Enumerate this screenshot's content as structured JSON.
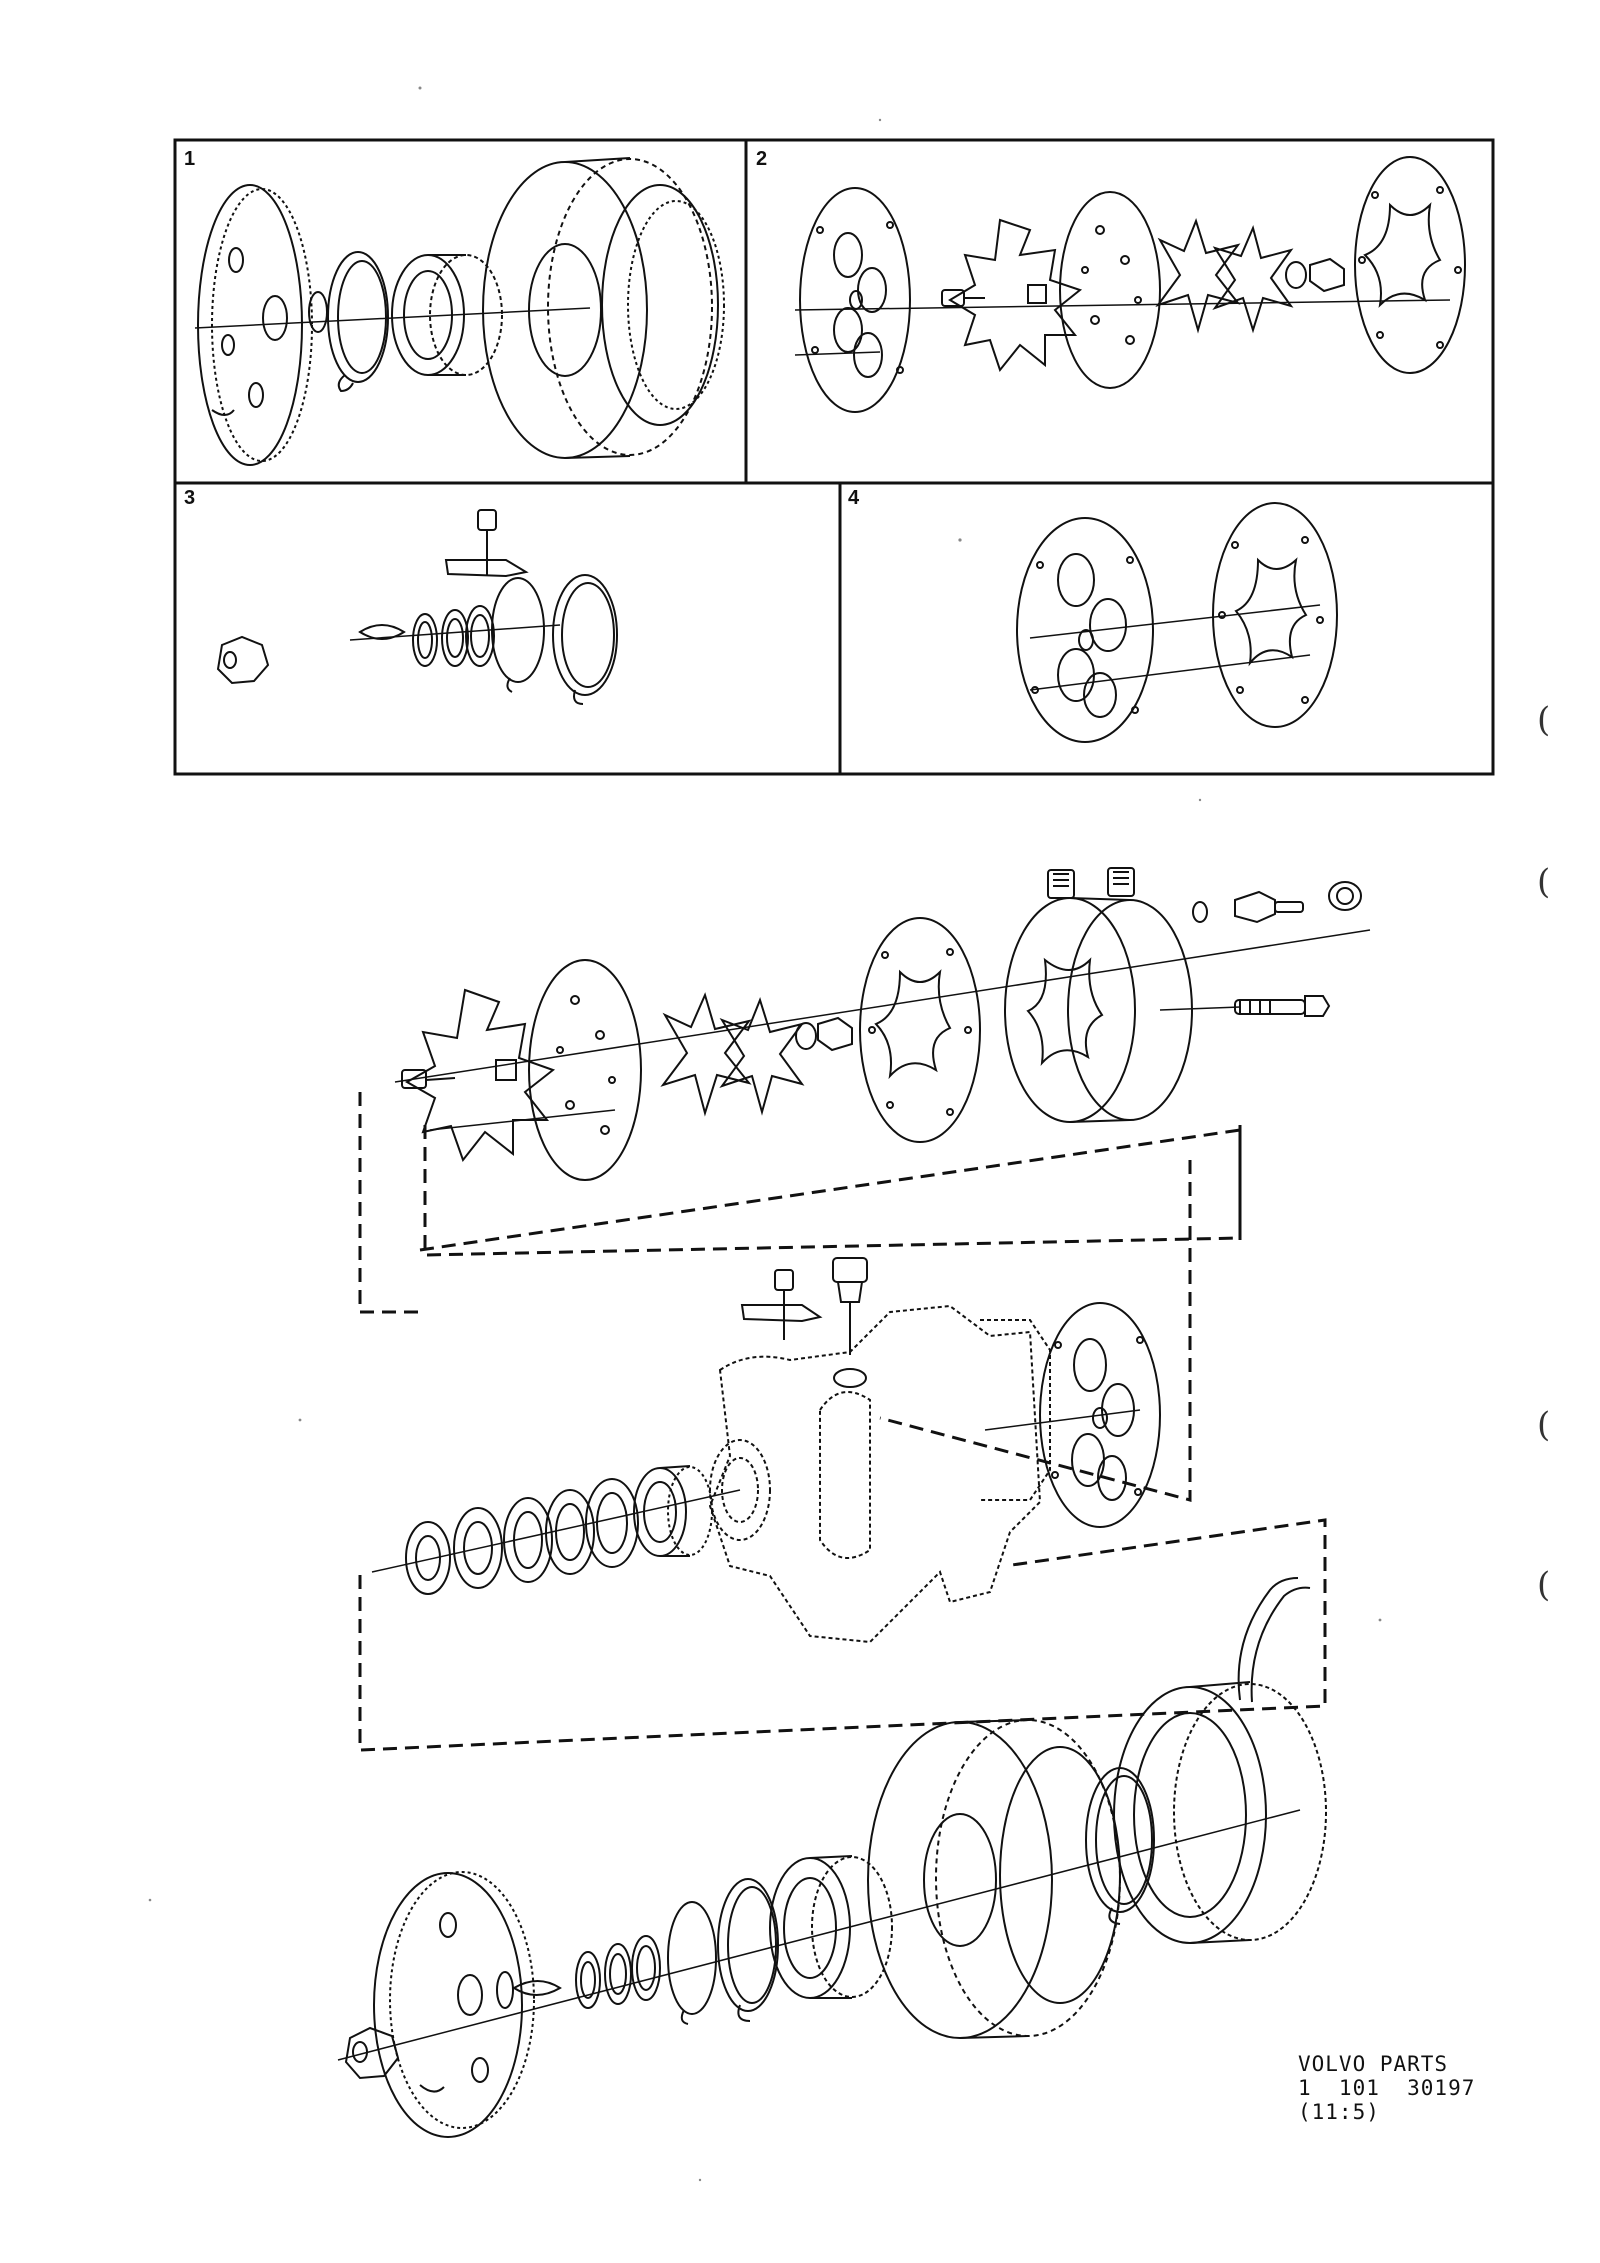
{
  "panels": [
    {
      "number": "1"
    },
    {
      "number": "2"
    },
    {
      "number": "3"
    },
    {
      "number": "4"
    }
  ],
  "caption": {
    "line1": "VOLVO PARTS",
    "line2": "1  101  30197",
    "line3": "(11:5)"
  },
  "edge_marks": [
    "(",
    "(",
    "(",
    "("
  ],
  "colors": {
    "ink": "#111111",
    "paper": "#ffffff"
  }
}
